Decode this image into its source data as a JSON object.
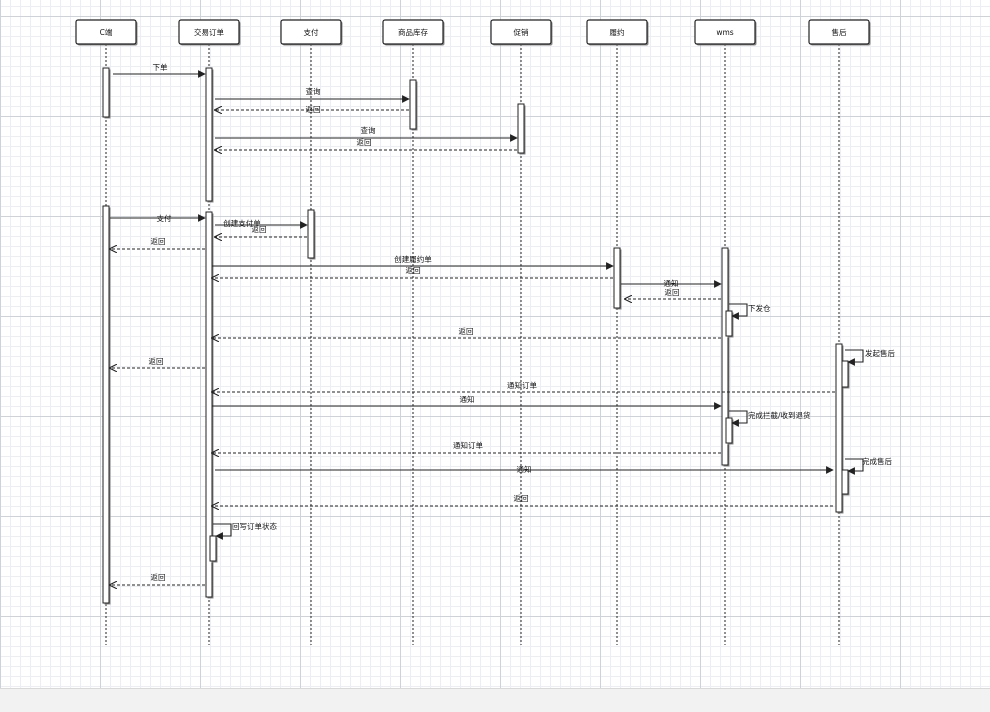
{
  "participants": [
    "C端",
    "交易订单",
    "支付",
    "商品库存",
    "促销",
    "履约",
    "wms",
    "售后"
  ],
  "messages": [
    {
      "label": "下单",
      "style": "solid"
    },
    {
      "label": "查询",
      "style": "solid"
    },
    {
      "label": "返回",
      "style": "dashed"
    },
    {
      "label": "查询",
      "style": "solid"
    },
    {
      "label": "返回",
      "style": "dashed"
    },
    {
      "label": "支付",
      "style": "solid"
    },
    {
      "label": "创建支付单",
      "style": "solid"
    },
    {
      "label": "返回",
      "style": "dashed"
    },
    {
      "label": "返回",
      "style": "dashed"
    },
    {
      "label": "创建履约单",
      "style": "solid"
    },
    {
      "label": "返回",
      "style": "dashed"
    },
    {
      "label": "通知",
      "style": "solid"
    },
    {
      "label": "返回",
      "style": "dashed"
    },
    {
      "label": "下发仓",
      "style": "self"
    },
    {
      "label": "返回",
      "style": "dashed"
    },
    {
      "label": "发起售后",
      "style": "self"
    },
    {
      "label": "返回",
      "style": "dashed"
    },
    {
      "label": "通知订单",
      "style": "dashed"
    },
    {
      "label": "通知",
      "style": "solid"
    },
    {
      "label": "完成拦截/收到退货",
      "style": "self"
    },
    {
      "label": "通知订单",
      "style": "dashed"
    },
    {
      "label": "通知",
      "style": "solid"
    },
    {
      "label": "完成售后",
      "style": "self"
    },
    {
      "label": "返回",
      "style": "dashed"
    },
    {
      "label": "回写订单状态",
      "style": "self"
    },
    {
      "label": "返回",
      "style": "dashed"
    }
  ],
  "colors": {
    "line": "#222222",
    "box_fill": "#ffffff",
    "grid_major": "#cfd3d8",
    "grid_minor": "#eceef1"
  }
}
